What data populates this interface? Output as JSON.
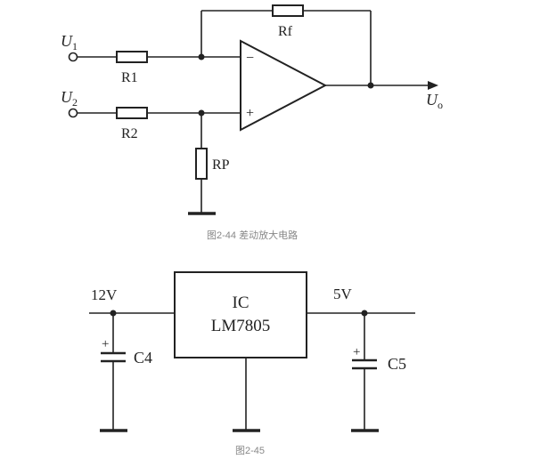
{
  "figure1": {
    "caption": "图2-44 差动放大电路",
    "inputs": {
      "u1_main": "U",
      "u1_sub": "1",
      "u2_main": "U",
      "u2_sub": "2"
    },
    "output": {
      "main": "U",
      "sub": "o"
    },
    "resistors": {
      "r1": "R1",
      "r2": "R2",
      "rf": "Rf",
      "rp": "RP"
    },
    "opamp": {
      "minus": "−",
      "plus": "+"
    }
  },
  "figure2": {
    "caption": "图2-45",
    "input_voltage": "12V",
    "output_voltage": "5V",
    "ic_line1": "IC",
    "ic_line2": "LM7805",
    "cap_in": "C4",
    "cap_out": "C5",
    "polarity": "+"
  }
}
